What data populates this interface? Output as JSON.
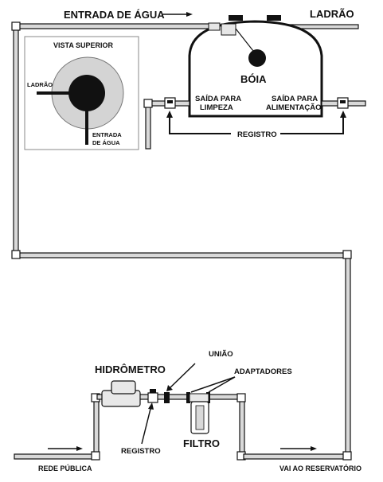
{
  "labels": {
    "entrada_agua": "ENTRADA DE ÁGUA",
    "ladrao": "LADRÃO",
    "boia": "BÓIA",
    "saida_limpeza_1": "SAÍDA PARA",
    "saida_limpeza_2": "LIMPEZA",
    "saida_alimentacao_1": "SAÍDA PARA",
    "saida_alimentacao_2": "ALIMENTAÇÃO",
    "registro_top": "REGISTRO",
    "vista_superior": "VISTA SUPERIOR",
    "inset_ladrao": "LADRÃO",
    "inset_entrada_1": "ENTRADA",
    "inset_entrada_2": "DE ÁGUA",
    "hidrometro": "HIDRÔMETRO",
    "uniao": "UNIÃO",
    "adaptadores": "ADAPTADORES",
    "registro_bottom": "REGISTRO",
    "filtro": "FILTRO",
    "rede_publica": "REDE PÚBLICA",
    "vai_reservatorio": "VAI AO RESERVATÓRIO"
  },
  "colors": {
    "pipe_fill": "#d9d9d9",
    "outline": "#111111",
    "inset_disc": "#d4d4d4",
    "float_ball": "#111111"
  }
}
